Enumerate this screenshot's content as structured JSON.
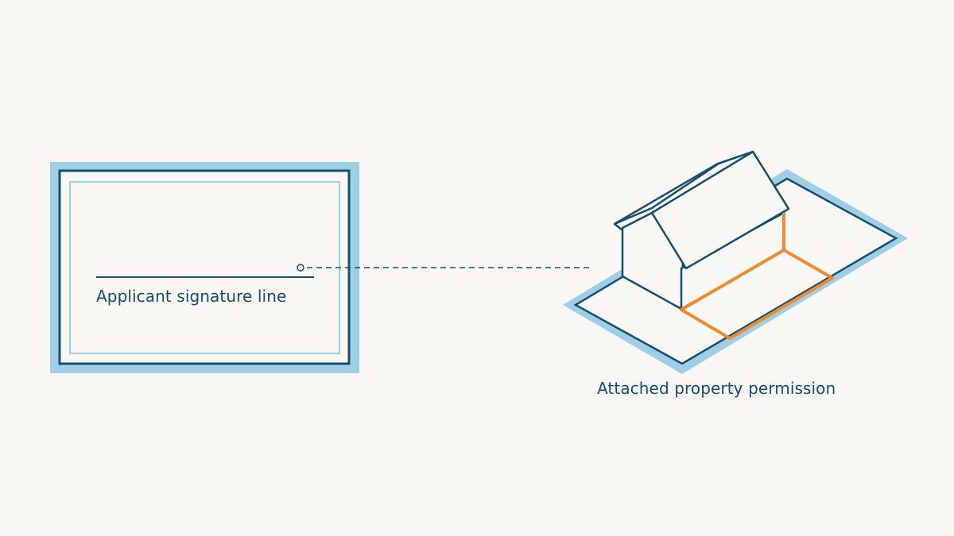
{
  "document": {
    "signature_label": "Applicant signature line"
  },
  "property": {
    "caption": "Attached property permission"
  },
  "colors": {
    "background": "#f8f7f4",
    "navy": "#13506f",
    "light_blue": "#9ecfe6",
    "orange": "#f08a2c"
  },
  "icons": {
    "document": "document-frame-icon",
    "house": "house-icon",
    "connector": "dashed-connector"
  }
}
